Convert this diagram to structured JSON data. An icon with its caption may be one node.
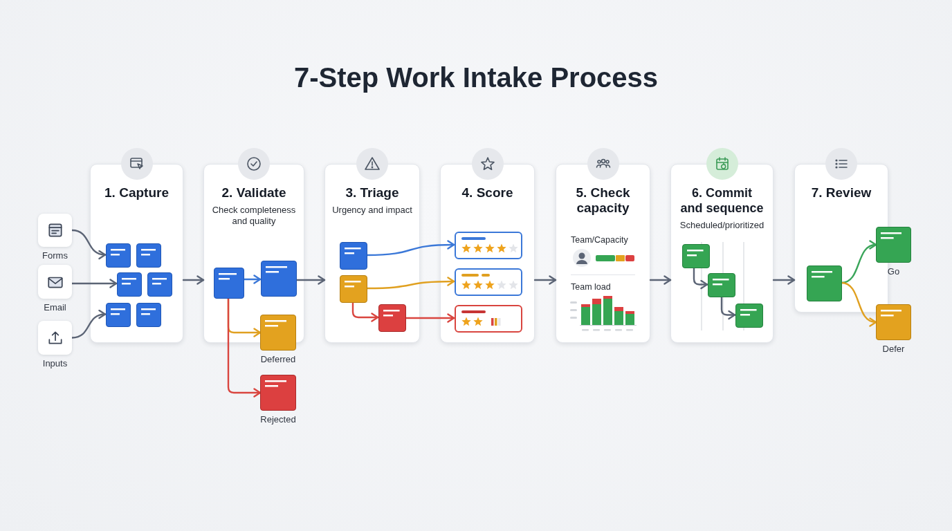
{
  "diagram": {
    "title": "7-Step Work Intake Process",
    "nodes": [
      {
        "text": [],
        "shape": "box",
        "beside": [
          "Forms"
        ]
      },
      {
        "text": [],
        "shape": "box",
        "beside": [
          "Email"
        ]
      },
      {
        "text": [],
        "shape": "box",
        "beside": [
          "Inputs"
        ]
      },
      {
        "text": [
          "1. Capture"
        ]
      },
      {
        "text": [],
        "shape": "box",
        "in": 3
      },
      {
        "text": [],
        "shape": "box",
        "in": 3
      },
      {
        "text": [],
        "shape": "box",
        "in": 3
      },
      {
        "text": [],
        "shape": "box",
        "in": 3
      },
      {
        "text": [],
        "shape": "box",
        "in": 3
      },
      {
        "text": [],
        "shape": "box",
        "in": 3
      },
      {
        "text": [
          "2. Validate",
          "Check completeness and quality"
        ]
      },
      {
        "text": [],
        "shape": "box",
        "in": 10
      },
      {
        "text": [],
        "shape": "box",
        "in": 10
      },
      {
        "text": [],
        "shape": "box",
        "beside": [
          "Deferred"
        ]
      },
      {
        "text": [],
        "shape": "box",
        "beside": [
          "Rejected"
        ]
      },
      {
        "text": [
          "3. Triage",
          "Urgency and impact"
        ]
      },
      {
        "text": [],
        "shape": "box",
        "in": 15
      },
      {
        "text": [],
        "shape": "box",
        "in": 15
      },
      {
        "text": [],
        "shape": "box",
        "in": 15
      },
      {
        "text": [
          "4. Score"
        ]
      },
      {
        "text": [],
        "shape": "box",
        "in": 19
      },
      {
        "text": [],
        "shape": "box",
        "in": 19
      },
      {
        "text": [],
        "shape": "box",
        "in": 19
      },
      {
        "text": [
          "5. Check capacity",
          "Team/Capacity",
          "Team load"
        ]
      },
      {
        "text": [
          "6. Commit and sequence",
          "Scheduled/prioritized"
        ]
      },
      {
        "text": [],
        "shape": "box",
        "in": 24
      },
      {
        "text": [],
        "shape": "box",
        "in": 24
      },
      {
        "text": [],
        "shape": "box",
        "in": 24
      },
      {
        "text": [
          "7. Review"
        ]
      },
      {
        "text": [],
        "shape": "box",
        "in": 28
      },
      {
        "text": [],
        "shape": "box",
        "beside": [
          "Go"
        ]
      },
      {
        "text": [],
        "shape": "box",
        "beside": [
          "Defer"
        ]
      }
    ],
    "edges": [
      {
        "from": 0,
        "to": 4,
        "arrow": "to"
      },
      {
        "from": 1,
        "to": 6,
        "arrow": "to"
      },
      {
        "from": 2,
        "to": 8,
        "arrow": "to"
      },
      {
        "from": 3,
        "to": 10,
        "arrow": "to"
      },
      {
        "from": 11,
        "to": 12,
        "arrow": "to",
        "color": "#3b78d8"
      },
      {
        "from": 11,
        "to": 13,
        "arrow": "to",
        "color": "#e0a020"
      },
      {
        "from": 11,
        "to": 14,
        "arrow": "to",
        "color": "#d9453f"
      },
      {
        "from": 12,
        "to": 15,
        "arrow": "to"
      },
      {
        "from": 16,
        "to": 20,
        "arrow": "to",
        "color": "#3b78d8"
      },
      {
        "from": 17,
        "to": 21,
        "arrow": "to",
        "color": "#e0a020"
      },
      {
        "from": 17,
        "to": 18,
        "arrow": "to",
        "color": "#d9453f"
      },
      {
        "from": 18,
        "to": 22,
        "arrow": "to",
        "color": "#d9453f"
      },
      {
        "from": 19,
        "to": 23,
        "arrow": "to"
      },
      {
        "from": 23,
        "to": 24,
        "arrow": "to"
      },
      {
        "from": 25,
        "to": 26,
        "arrow": "to"
      },
      {
        "from": 26,
        "to": 27,
        "arrow": "to"
      },
      {
        "from": 24,
        "to": 28,
        "arrow": "to"
      },
      {
        "from": 29,
        "to": 30,
        "arrow": "to",
        "color": "#3aa55a"
      },
      {
        "from": 29,
        "to": 31,
        "arrow": "to",
        "color": "#e0a020"
      }
    ]
  }
}
